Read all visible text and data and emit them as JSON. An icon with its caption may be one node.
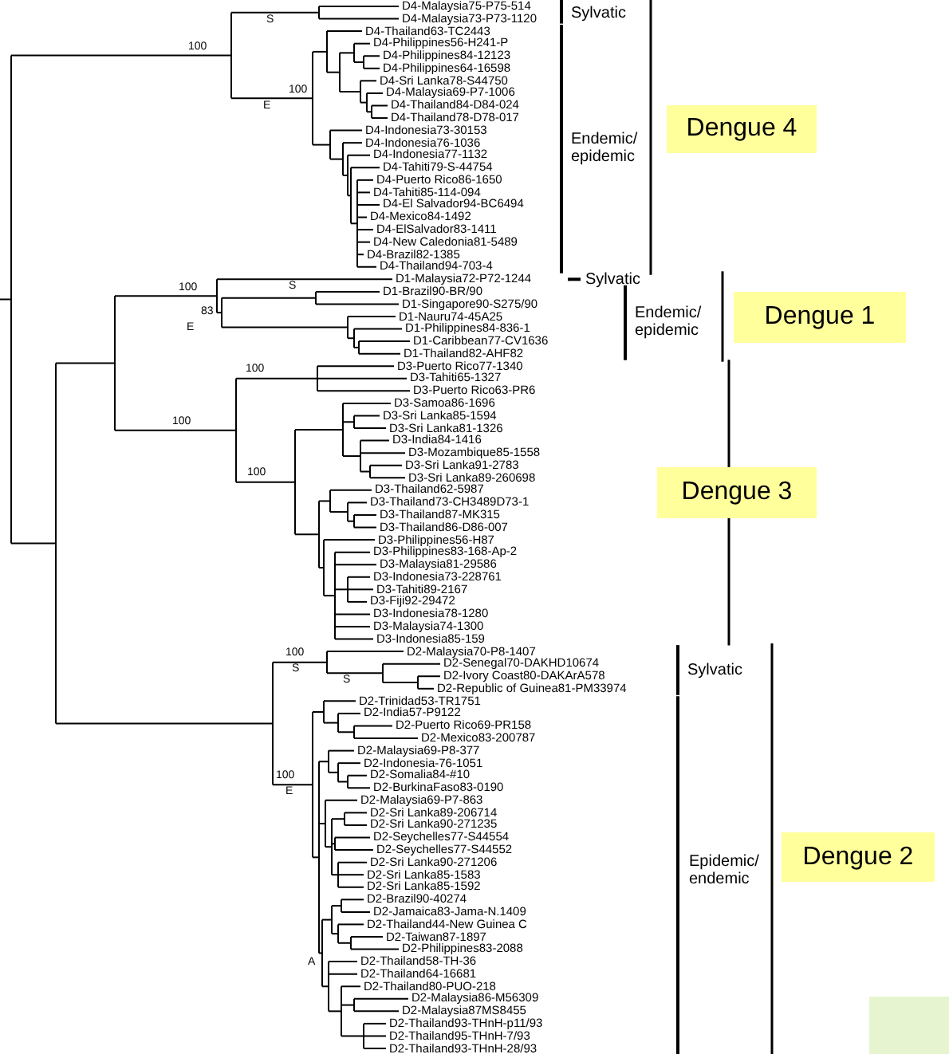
{
  "diagram": {
    "nodes": [
      {
        "text": [
          "Dengue 4"
        ]
      },
      {
        "text": [
          "Dengue 1"
        ]
      },
      {
        "text": [
          "Dengue 3"
        ]
      },
      {
        "text": [
          "Dengue 2"
        ]
      }
    ],
    "labels": [
      "D4-Malaysia75-P75-514",
      "D4-Malaysia73-P73-1120",
      "D4-Thailand63-TC2443",
      "D4-Philippines56-H241-P",
      "D4-Philippines84-12123",
      "D4-Philippines64-16598",
      "D4-Sri Lanka78-S44750",
      "D4-Malaysia69-P7-1006",
      "D4-Thailand84-D84-024",
      "D4-Thailand78-D78-017",
      "D4-Indonesia73-30153",
      "D4-Indonesia76-1036",
      "D4-Indonesia77-1132",
      "D4-Tahiti79-S-44754",
      "D4-Puerto Rico86-1650",
      "D4-Tahiti85-114-094",
      "D4-El Salvador94-BC6494",
      "D4-Mexico84-1492",
      "D4-ElSalvador83-1411",
      "D4-New Caledonia81-5489",
      "D4-Brazil82-1385",
      "D4-Thailand94-703-4",
      "D1-Malaysia72-P72-1244",
      "D1-Brazil90-BR/90",
      "D1-Singapore90-S275/90",
      "D1-Nauru74-45A25",
      "D1-Philippines84-836-1",
      "D1-Caribbean77-CV1636",
      "D1-Thailand82-AHF82",
      "D3-Puerto Rico77-1340",
      "D3-Tahiti65-1327",
      "D3-Puerto Rico63-PR6",
      "D3-Samoa86-1696",
      "D3-Sri Lanka85-1594",
      "D3-Sri Lanka81-1326",
      "D3-India84-1416",
      "D3-Mozambique85-1558",
      "D3-Sri Lanka91-2783",
      "D3-Sri Lanka89-260698",
      "D3-Thailand62-5987",
      "D3-Thailand73-CH3489D73-1",
      "D3-Thailand87-MK315",
      "D3-Thailand86-D86-007",
      "D3-Philippines56-H87",
      "D3-Philippines83-168-Ap-2",
      "D3-Malaysia81-29586",
      "D3-Indonesia73-228761",
      "D3-Tahiti89-2167",
      "D3-Fiji92-29472",
      "D3-Indonesia78-1280",
      "D3-Malaysia74-1300",
      "D3-Indonesia85-159",
      "D2-Malaysia70-P8-1407",
      "D2-Senegal70-DAKHD10674",
      "D2-Ivory Coast80-DAKArA578",
      "D2-Republic of Guinea81-PM33974",
      "D2-Trinidad53-TR1751",
      "D2-India57-P9122",
      "D2-Puerto Rico69-PR158",
      "D2-Mexico83-200787",
      "D2-Malaysia69-P8-377",
      "D2-Indonesia-76-1051",
      "D2-Somalia84-#10",
      "D2-BurkinaFaso83-0190",
      "D2-Malaysia69-P7-863",
      "D2-Sri Lanka89-206714",
      "D2-Sri Lanka90-271235",
      "D2-Seychelles77-S44554",
      "D2-Seychelles77-S44552",
      "D2-Sri Lanka90-271206",
      "D2-Sri Lanka85-1583",
      "D2-Sri Lanka85-1592",
      "D2-Brazil90-40274",
      "D2-Jamaica83-Jama-N.1409",
      "D2-Thailand44-New Guinea C",
      "D2-Taiwan87-1897",
      "D2-Philippines83-2088",
      "D2-Thailand58-TH-36",
      "D2-Thailand64-16681",
      "D2-Thailand80-PUO-218",
      "D2-Malaysia86-M56309",
      "D2-Malaysia87MS8455",
      "D2-Thailand93-THnH-p11/93",
      "D2-Thailand95-THnH-7/93",
      "D2-Thailand93-THnH-28/93",
      "S",
      "100",
      "100",
      "E",
      "100",
      "S",
      "83",
      "E",
      "100",
      "100",
      "100",
      "100",
      "S",
      "S",
      "100",
      "E",
      "A",
      "Sylvatic",
      "Endemic/ epidemic",
      "Sylvatic",
      "Endemic/ epidemic",
      "Sylvatic",
      "Epidemic/ endemic"
    ]
  }
}
